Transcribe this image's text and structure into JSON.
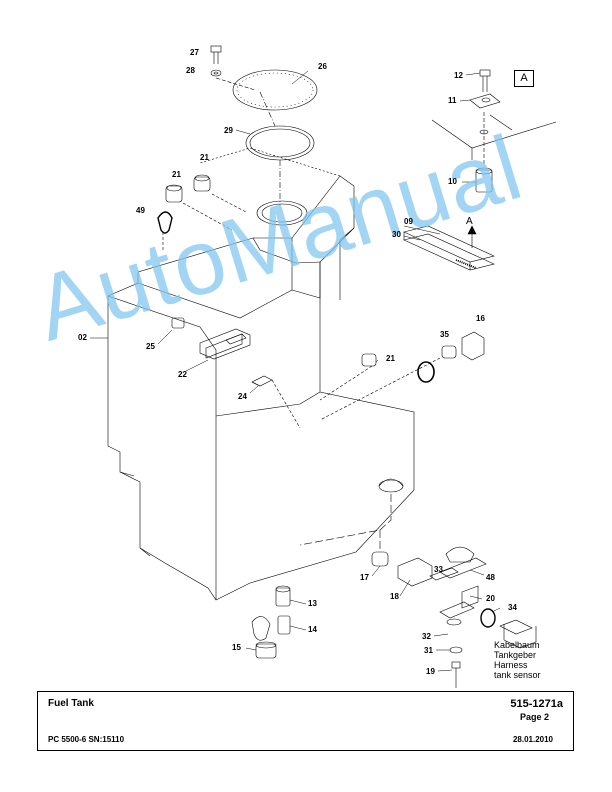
{
  "title_block": {
    "title": "Fuel Tank",
    "doc_number": "515-1271a",
    "page": "Page 2",
    "model": "PC 5500-6 SN:15110",
    "date": "28.01.2010"
  },
  "watermark": "AutoManual",
  "view_label": "A",
  "arrow_label": "A",
  "harness_note": [
    "Kabelbaum",
    "Tankgeber",
    "Harness",
    "tank sensor"
  ],
  "callouts": {
    "c27": "27",
    "c28": "28",
    "c26": "26",
    "c29": "29",
    "c12": "12",
    "c11": "11",
    "c10": "10",
    "c21a": "21",
    "c21b": "21",
    "c49": "49",
    "c09": "09",
    "c30": "30",
    "c02": "02",
    "c25": "25",
    "c22": "22",
    "c24": "24",
    "c35": "35",
    "c16": "16",
    "c21c": "21",
    "c17": "17",
    "c33": "33",
    "c48": "48",
    "c18": "18",
    "c20": "20",
    "c34": "34",
    "c13": "13",
    "c14": "14",
    "c15": "15",
    "c32": "32",
    "c31": "31",
    "c19": "19"
  }
}
